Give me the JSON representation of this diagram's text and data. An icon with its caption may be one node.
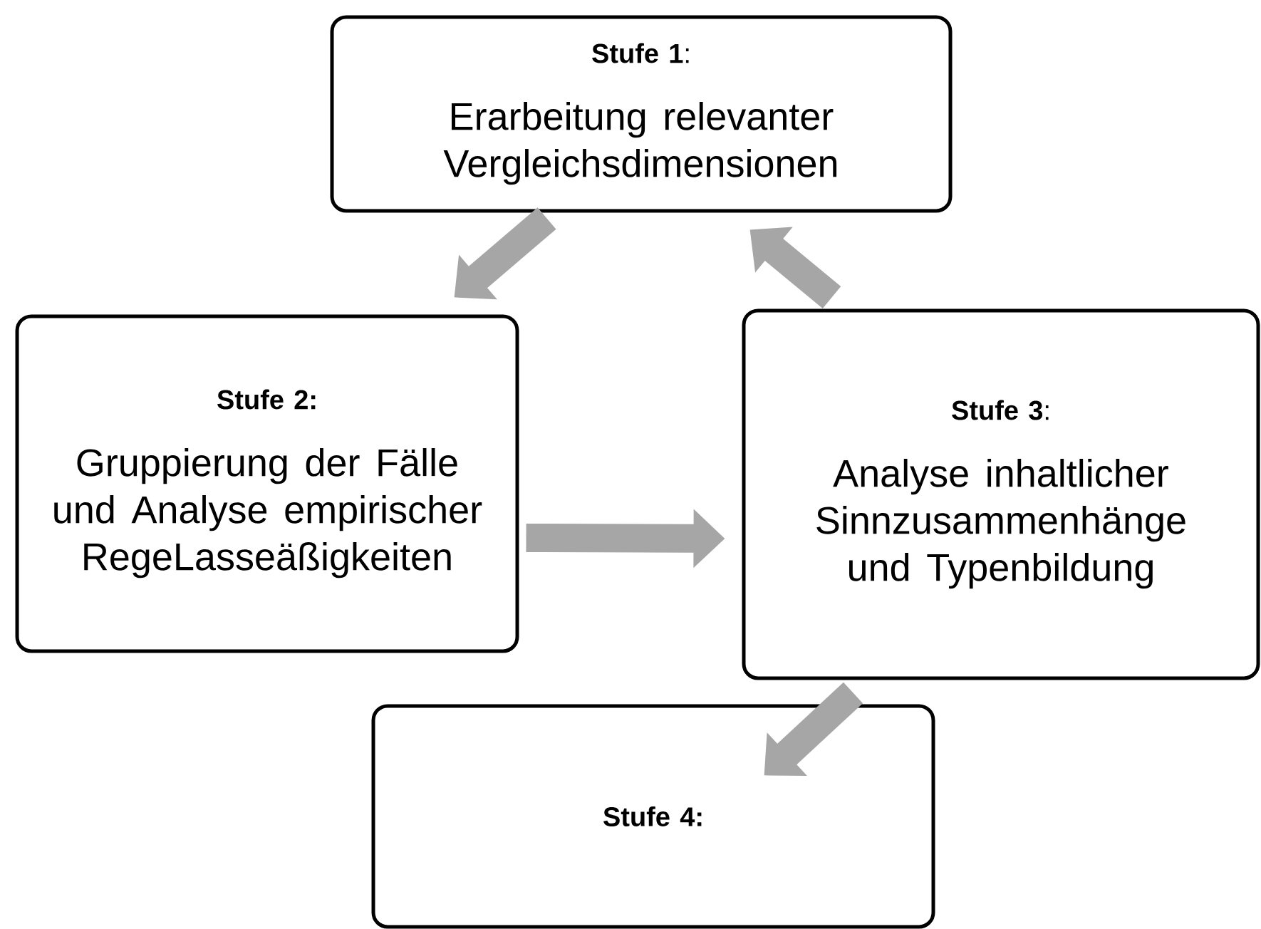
{
  "diagram": {
    "nodes": [
      {
        "text": [
          "**Stufe 1**:",
          "Erarbeitung relevanter Vergleichsdimensionen"
        ]
      },
      {
        "text": [
          "Stufe 2:",
          "Gruppierung der Fälle und Analyse empirischer RegeLasseäßigkeiten"
        ]
      },
      {
        "text": [
          "**Stufe 3**:",
          "Analyse inhaltlicher Sinnzusammenhänge und Typenbildung"
        ]
      },
      {
        "text": [
          "Stufe 4:"
        ]
      }
    ],
    "edges": [
      {
        "from": 0,
        "to": 1,
        "arrow": "to"
      },
      {
        "from": 1,
        "to": 2,
        "arrow": "to"
      },
      {
        "from": 2,
        "to": 0,
        "arrow": "to"
      },
      {
        "from": 2,
        "to": 3,
        "arrow": "to"
      }
    ]
  }
}
